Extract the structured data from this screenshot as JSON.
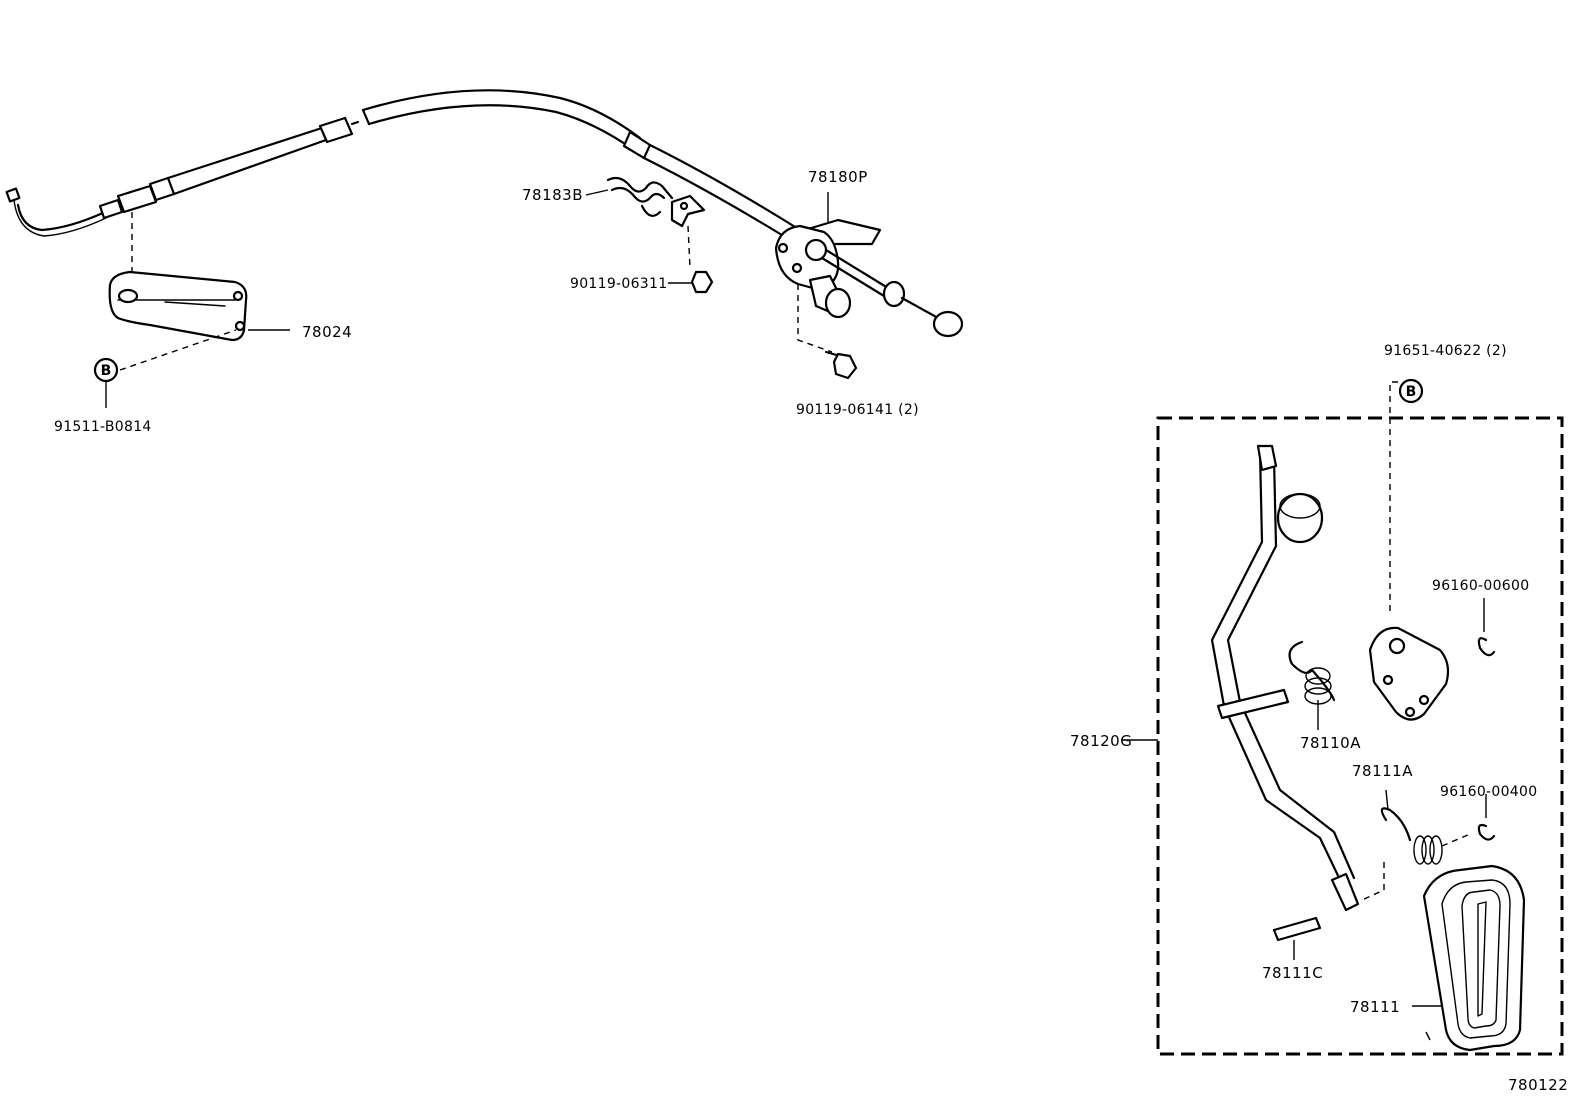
{
  "parts": {
    "p78024": "78024",
    "p91511": "91511-B0814",
    "p78183B": "78183B",
    "p90119a": "90119-06311",
    "p78180P": "78180P",
    "p90119b": "90119-06141 (2)",
    "p91651": "91651-40622 (2)",
    "p96160a": "96160-00600",
    "p78110A": "78110A",
    "p78120G": "78120G",
    "p78111A": "78111A",
    "p96160b": "96160-00400",
    "p78111C": "78111C",
    "p78111": "78111",
    "figure": "780122"
  },
  "markers": {
    "b_left": "B",
    "b_right": "B"
  }
}
